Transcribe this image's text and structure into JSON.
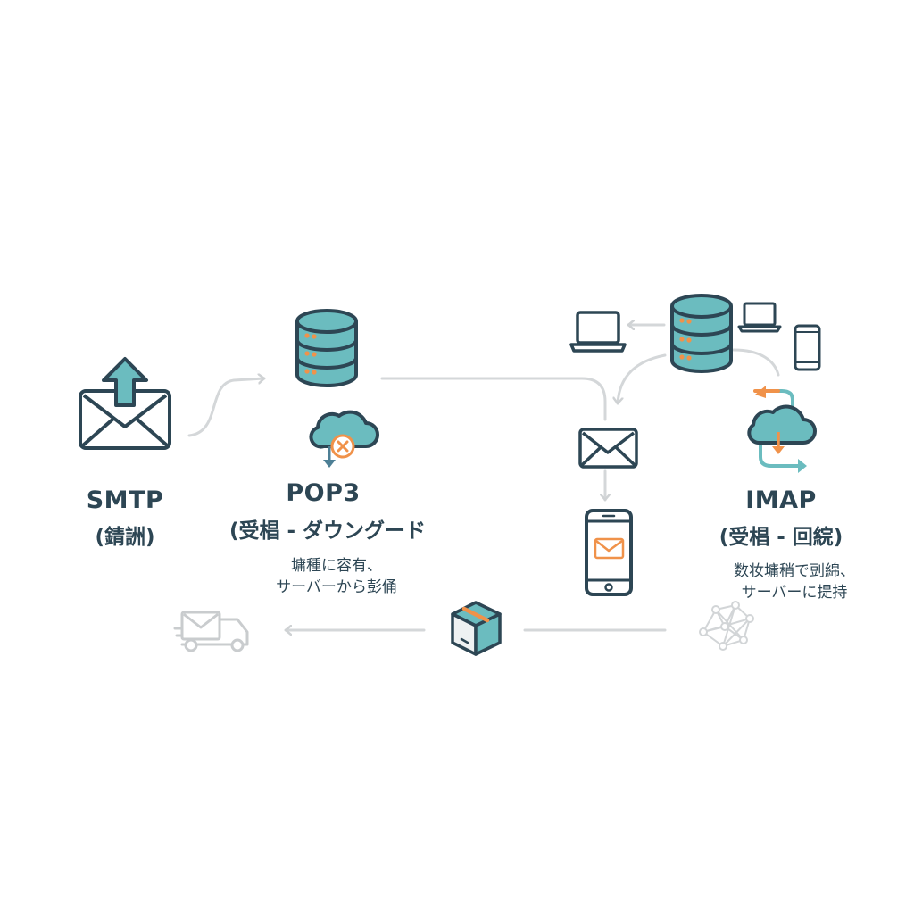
{
  "protocols": {
    "smtp": {
      "title": "SMTP",
      "subtitle": "(錆詶)"
    },
    "pop3": {
      "title": "POP3",
      "subtitle": "(受椙 - ダウングード",
      "desc_line1": "墉種に容有、",
      "desc_line2": "サーバーから彭俑"
    },
    "imap": {
      "title": "IMAP",
      "subtitle": "(受椙 - 回綄)",
      "desc_line1": "数妆墉稍で剅綿、",
      "desc_line2": "サーバーに提持"
    }
  },
  "colors": {
    "outline": "#2d4654",
    "teal": "#6bbcbf",
    "orange": "#f0924a",
    "connector": "#d4d7d9",
    "faded": "#c9ccce"
  }
}
